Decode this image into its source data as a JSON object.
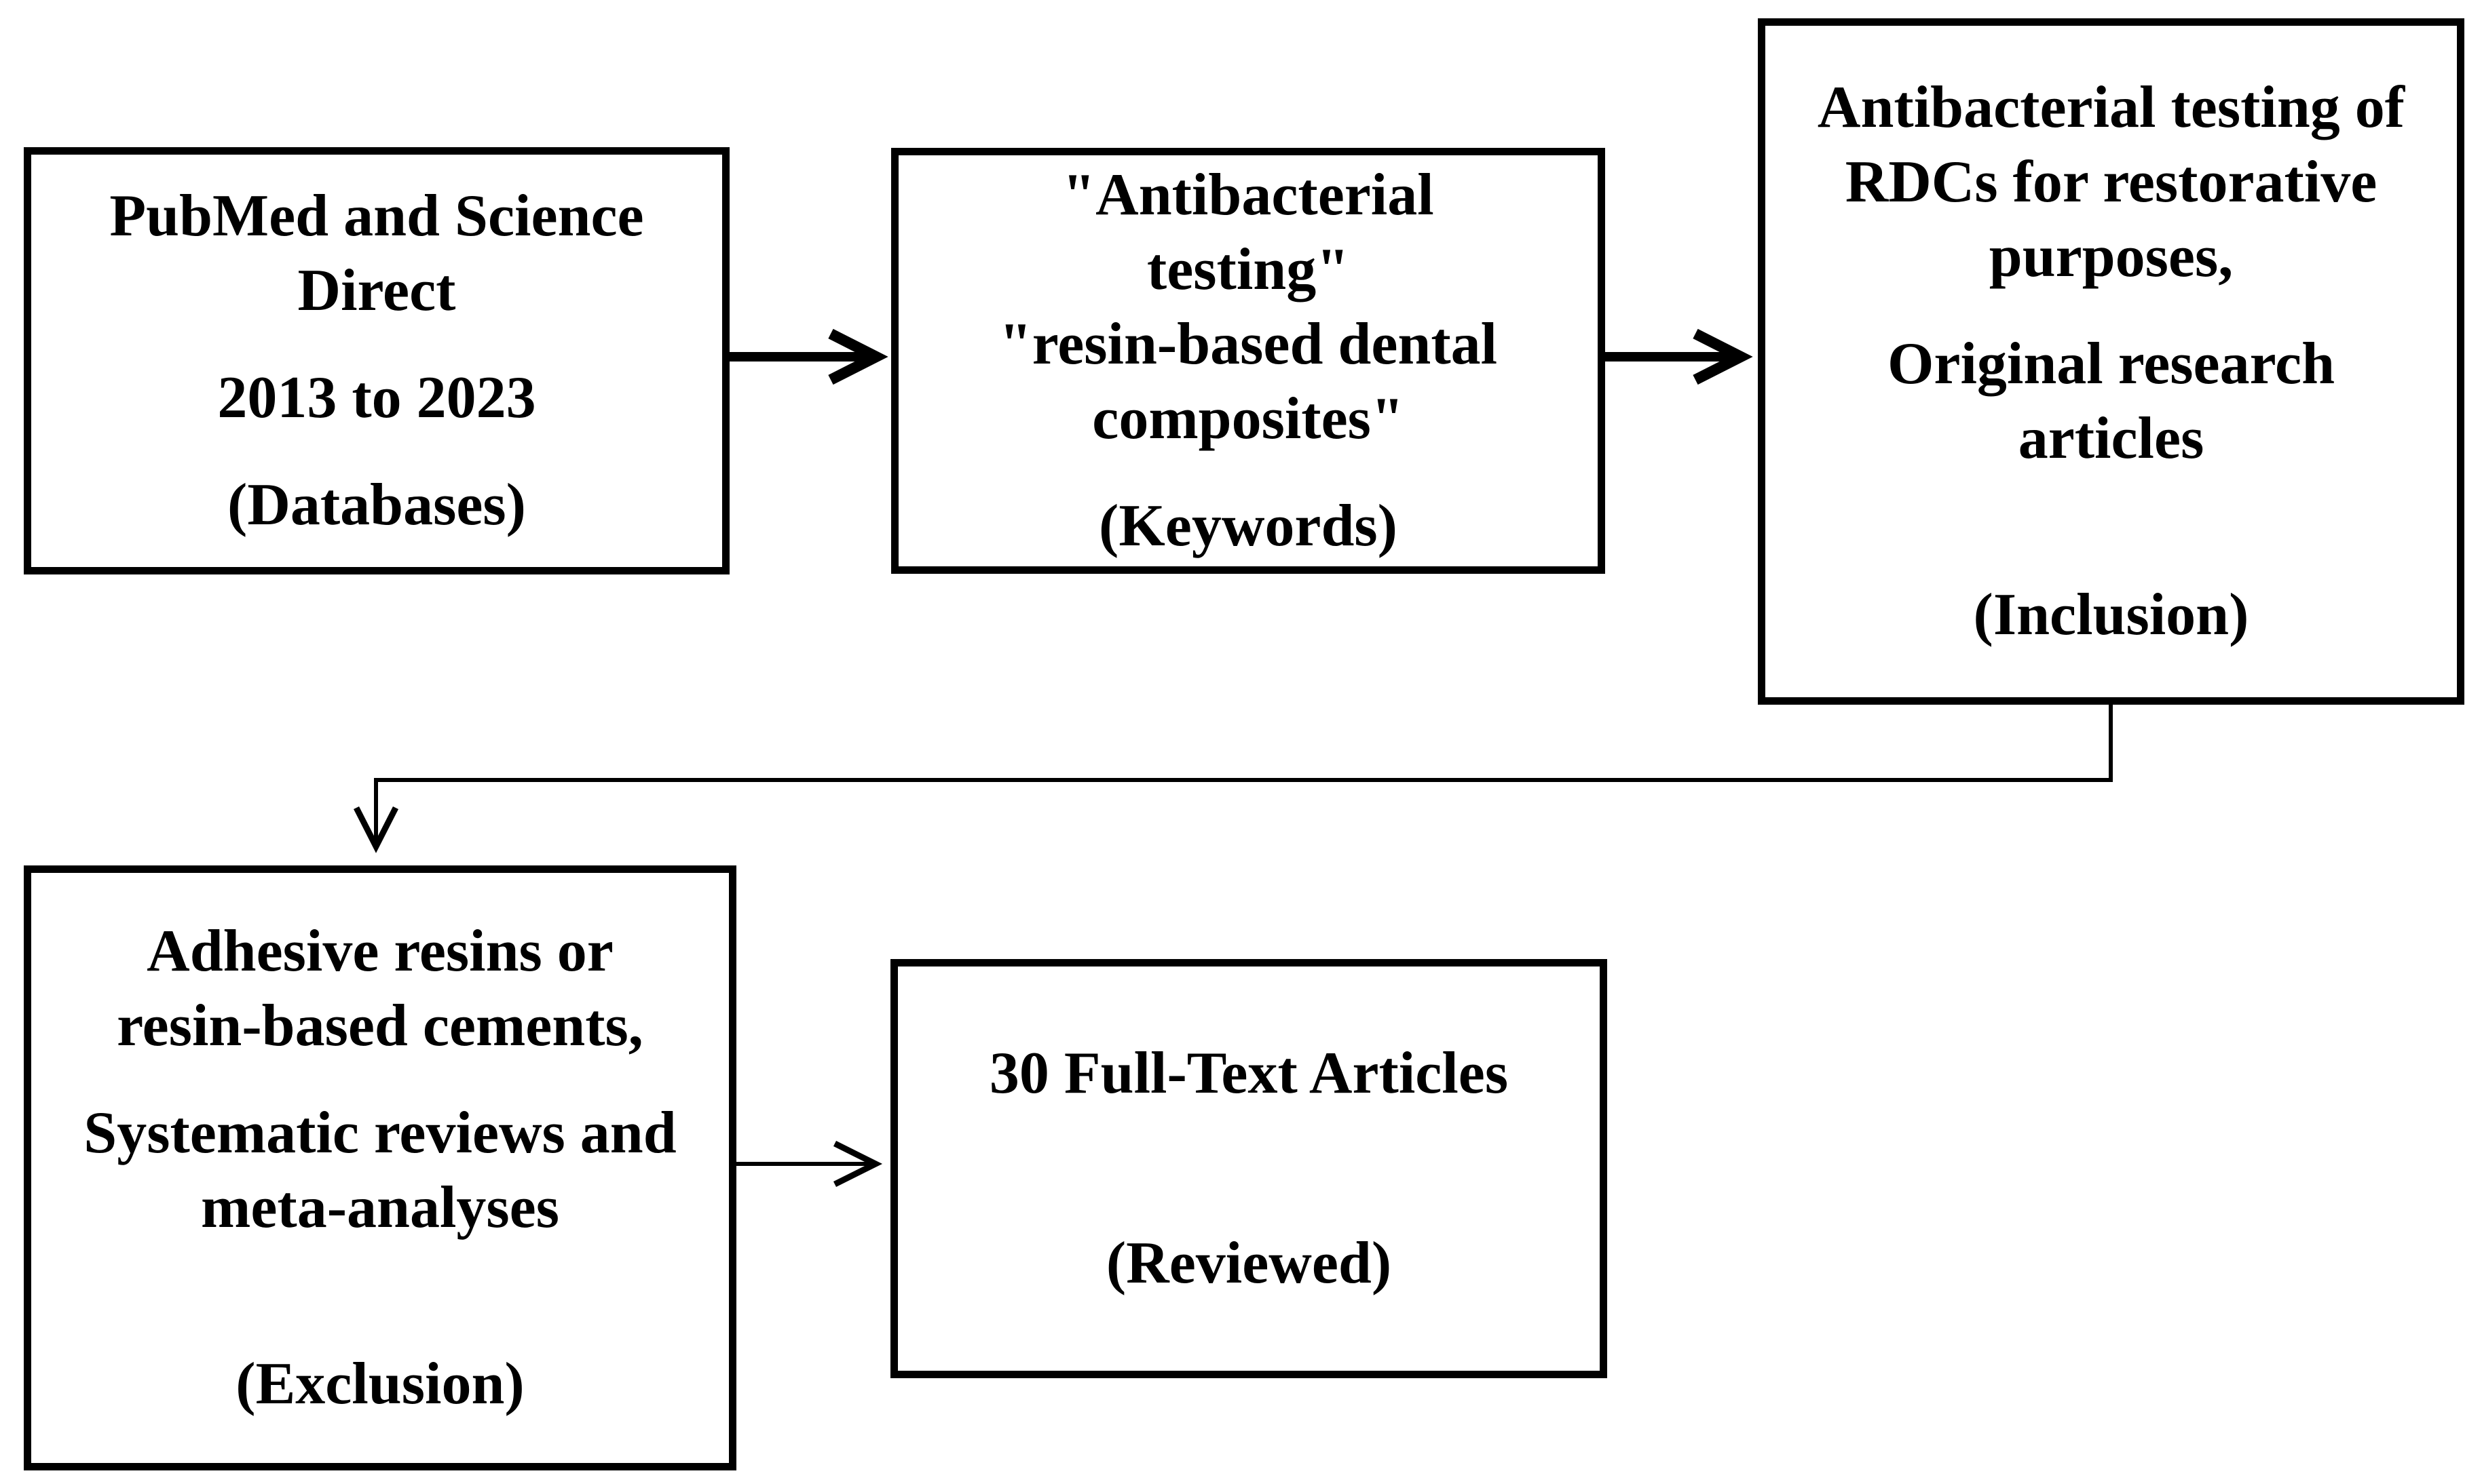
{
  "figure": {
    "kind": "flowchart",
    "background_color": "#ffffff",
    "line_color": "#000000",
    "text_color": "#000000"
  },
  "boxes": {
    "databases": {
      "lines": [
        "PubMed and Science",
        "Direct",
        "2013 to 2023",
        "(Databases)"
      ]
    },
    "keywords": {
      "lines": [
        "\"Antibacterial",
        "testing\"",
        "\"resin-based dental",
        "composites\"",
        "(Keywords)"
      ]
    },
    "inclusion": {
      "lines": [
        "Antibacterial testing of",
        "RDCs for restorative",
        "purposes,",
        "Original research",
        "articles",
        "(Inclusion)"
      ]
    },
    "exclusion": {
      "lines": [
        "Adhesive resins or",
        "resin-based cements,",
        "Systematic reviews and",
        "meta-analyses",
        "(Exclusion)"
      ]
    },
    "reviewed": {
      "lines": [
        "30 Full-Text Articles",
        "(Reviewed)"
      ]
    }
  },
  "connectors": {
    "databases_to_keywords": "thick-arrow-right",
    "keywords_to_inclusion": "thick-arrow-right",
    "inclusion_to_exclusion": "elbow-arrow-down",
    "exclusion_to_reviewed": "thin-arrow-right"
  }
}
